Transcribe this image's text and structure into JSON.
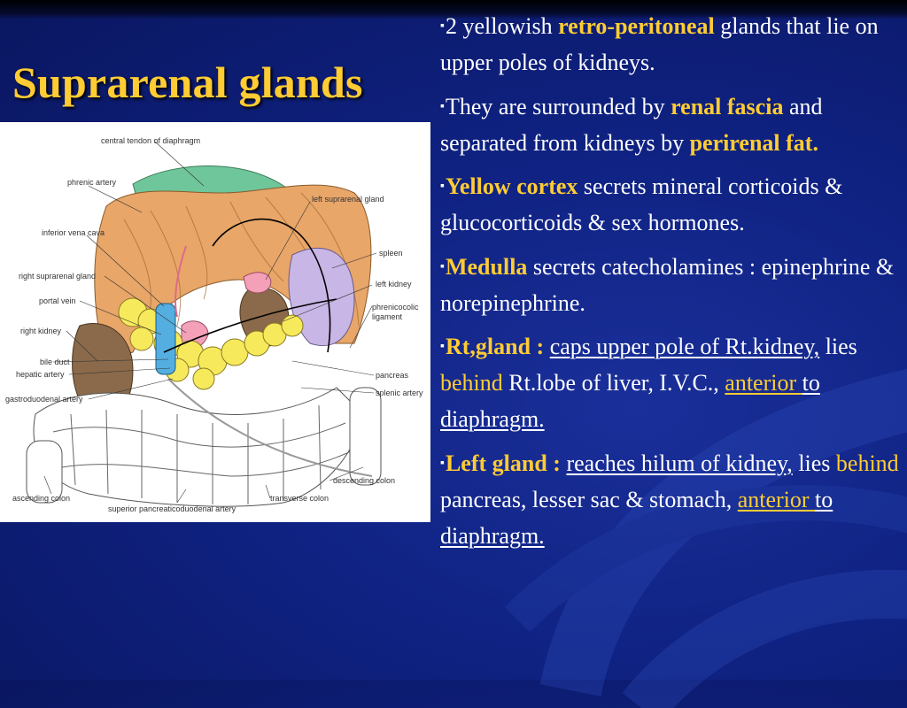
{
  "slide": {
    "title": "Suprarenal glands",
    "bullet_glyph": "▪"
  },
  "figure": {
    "labels": {
      "central_tendon": "central tendon of diaphragm",
      "phrenic_artery": "phrenic artery",
      "left_suprarenal": "left suprarenal gland",
      "inferior_vena_cava": "inferior vena cava",
      "spleen": "spleen",
      "right_suprarenal": "right suprarenal gland",
      "left_kidney": "left kidney",
      "portal_vein": "portal vein",
      "phrenicocolic": "phrenicocolic",
      "ligament": "ligament",
      "right_kidney": "right kidney",
      "bile_duct": "bile duct",
      "hepatic_artery": "hepatic artery",
      "pancreas": "pancreas",
      "gastroduodenal": "gastroduodenal artery",
      "splenic_artery": "splenic artery",
      "descending_colon": "descending colon",
      "ascending_colon": "ascending colon",
      "transverse_colon": "transverse colon",
      "superior_pancreatico": "superior pancreaticoduodenal artery"
    }
  },
  "content": {
    "p1": {
      "a": "2 yellowish ",
      "b": "retro-peritoneal",
      "c": "  glands that lie on upper poles of  kidneys."
    },
    "p2": {
      "a": "They are surrounded by ",
      "b": "renal fascia",
      "c": " and separated from kidneys by ",
      "d": "perirenal fat."
    },
    "p3": {
      "a": "Yellow cortex",
      "b": " secrets mineral corticoids & glucocorticoids & sex hormones."
    },
    "p4": {
      "a": "Medulla",
      "b": " secrets catecholamines : epinephrine & norepinephrine."
    },
    "p5": {
      "a": "Rt,gland : ",
      "b": "caps upper pole of Rt.kidney,",
      "c": " lies ",
      "d": "behind",
      "e": " Rt.lobe of  liver, I.V.C., ",
      "f": "anterior ",
      "g": "to diaphragm."
    },
    "p6": {
      "a": "Left gland : ",
      "b": "reaches hilum of kidney,",
      "c": " lies ",
      "d": "behind",
      "e": " pancreas, lesser sac & stomach, ",
      "f": "anterior ",
      "g": "to diaphragm."
    }
  }
}
